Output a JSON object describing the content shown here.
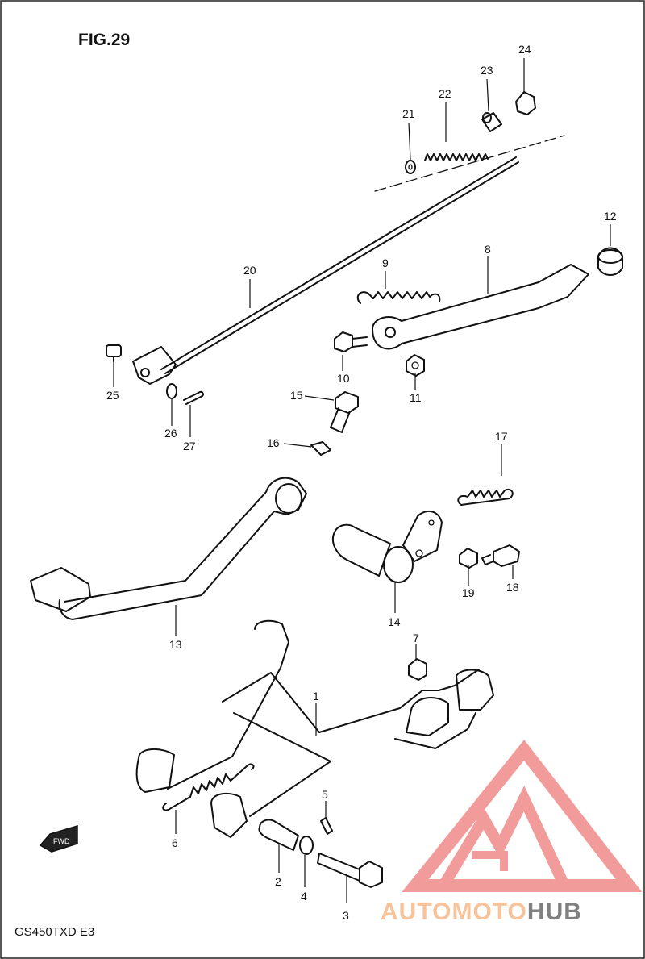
{
  "figure_title": "FIG.29",
  "model_code": "GS450TXD  E3",
  "direction_marker": "FWD",
  "watermark": {
    "brand_part1": "AUTOMOTO",
    "brand_part2": "HUB",
    "color_primary": "#f08a8a",
    "color_accent": "#f6b98a",
    "color_secondary": "#6b6b6b"
  },
  "callouts": [
    "1",
    "2",
    "3",
    "4",
    "5",
    "6",
    "7",
    "8",
    "9",
    "10",
    "11",
    "12",
    "13",
    "14",
    "15",
    "16",
    "17",
    "18",
    "19",
    "20",
    "21",
    "22",
    "23",
    "24",
    "25",
    "26",
    "27"
  ]
}
